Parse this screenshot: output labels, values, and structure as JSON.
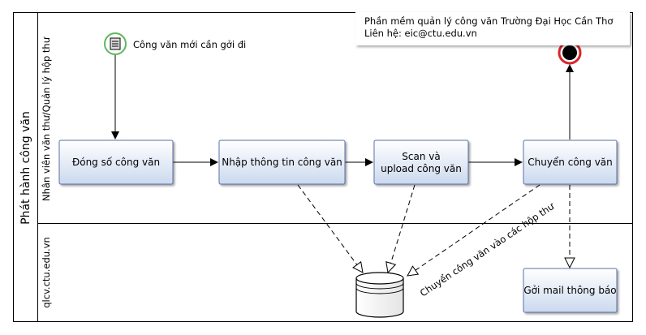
{
  "pool": {
    "label": "Phát hành công văn"
  },
  "lanes": [
    {
      "label": "Nhân viên văn thư/Quản lý hộp thư"
    },
    {
      "label": "qlcv.ctu.edu.vn"
    }
  ],
  "info": {
    "line1": "Phần mềm quản lý công văn Trường Đại Học Cần Thơ",
    "line2": "Liên hệ: eic@ctu.edu.vn"
  },
  "start_event": {
    "label": "Công văn mới cần gởi đi",
    "icon": "message-icon"
  },
  "tasks": {
    "dong_so": "Đóng số công văn",
    "nhap_thong_tin": "Nhập thông tin công văn",
    "scan_upload": [
      "Scan và",
      "upload công văn"
    ],
    "chuyen": "Chuyển công văn",
    "goi_mail": "Gởi mail thông báo"
  },
  "flow_labels": {
    "chuyen_hop_thu": "Chuyển công văn vào các hộp thư"
  },
  "colors": {
    "task_fill_top": "#ffffff",
    "task_fill_bottom": "#cfdcef",
    "task_stroke": "#5a6fa8",
    "start_stroke": "#5cb85c",
    "end_stroke": "#d9252b"
  }
}
